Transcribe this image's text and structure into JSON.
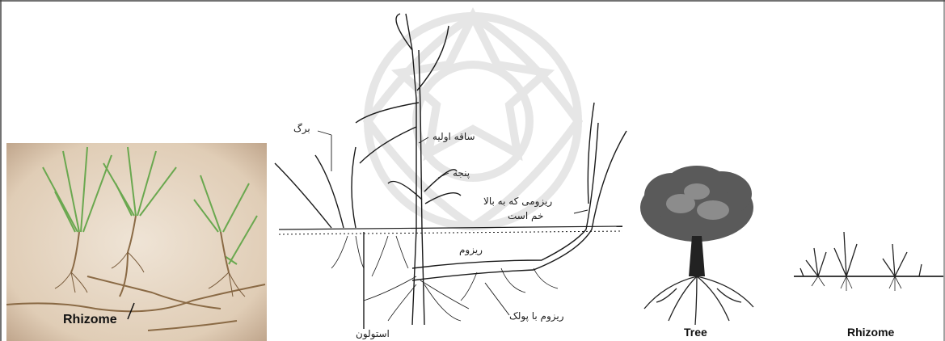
{
  "photo": {
    "label": "Rhizome"
  },
  "diagram": {
    "labels": {
      "leaf": "برگ",
      "primary_stem": "ساقه اولیه",
      "tiller": "پنجه",
      "upturned_rhizome_line1": "ریزومی که به بالا",
      "upturned_rhizome_line2": "خم است",
      "rhizome": "ریزوم",
      "scaled_rhizome": "ریزوم با پولک",
      "stolon": "استولون"
    }
  },
  "comparison": {
    "tree_label": "Tree",
    "rhizome_label": "Rhizome"
  },
  "colors": {
    "photo_bg": "#d9c2a8",
    "ink": "#1a1a1a",
    "watermark": "#e6e6e6"
  }
}
